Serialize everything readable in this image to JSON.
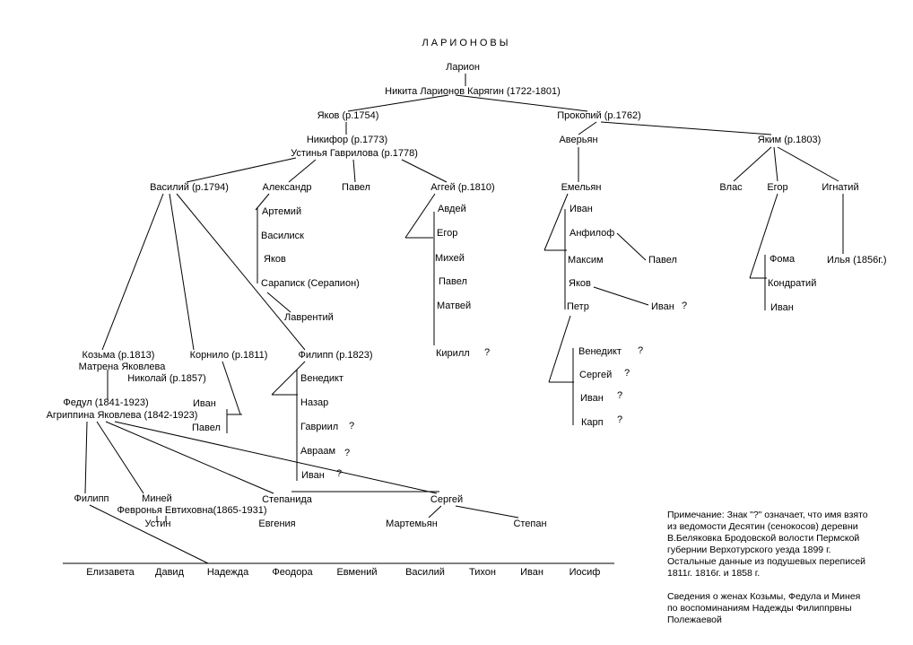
{
  "title": "ЛАРИОНОВЫ",
  "people": {
    "larion": "Ларион",
    "nikita": "Никита Ларионов Карягин (1722-1801)",
    "yakov1754": "Яков (р.1754)",
    "prokopiy": "Прокопий (р.1762)",
    "nikifor": "Никифор (р.1773)",
    "ustinya": "Устинья Гаврилова (р.1778)",
    "averyan": "Аверьян",
    "yakim": "Яким (р.1803)",
    "vasiliy1794": "Василий  (р.1794)",
    "aleksandr": "Александр",
    "pavel_a": "Павел",
    "aggey": "Аггей (р.1810)",
    "emelyan": "Емельян",
    "vlas": "Влас",
    "egor_y": "Егор",
    "ignatiy": "Игнатий",
    "artemiy": "Артемий",
    "vasilisk": "Василиск",
    "yakov_a": "Яков",
    "sarapisk": "Сараписк (Серапион)",
    "lavrentiy": "Лаврентий",
    "avdey": "Авдей",
    "egor_ag": "Егор",
    "mikhey": "Михей",
    "pavel_ag": "Павел",
    "matvey": "Матвей",
    "kirill": "Кирилл",
    "ivan_em": "Иван",
    "anfilof": "Анфилоф",
    "pavel_anf": "Павел",
    "maksim": "Максим",
    "yakov_em": "Яков",
    "ivan_yak": "Иван",
    "petr": "Петр",
    "benedikt_p": "Венедикт",
    "sergey_p": "Сергей",
    "ivan_p": "Иван",
    "karp": "Карп",
    "foma": "Фома",
    "kondratiy": "Кондратий",
    "ivan_eg": "Иван",
    "ilya": "Илья (1856г.)",
    "kozma": "Козьма (р.1813)",
    "matrena": "Матрена Яковлева",
    "kornilo": "Корнило (р.1811)",
    "nikolay": "Николай (р.1857)",
    "filipp1823": "Филипп (р.1823)",
    "benedikt_f": "Венедикт",
    "nazar": "Назар",
    "gavriil": "Гавриил",
    "avraam": "Авраам",
    "ivan_f": "Иван",
    "fedul": "Федул (1841-1923)",
    "agrippina": "Агриппина Яковлева (1842-1923)",
    "ivan_k": "Иван",
    "pavel_k": "Павел",
    "filipp": "Филипп",
    "miney": "Миней",
    "fevronya": "Февронья Евтиховна(1865-1931)",
    "ustin": "Устин",
    "stepanida": "Степанида",
    "evgeniya": "Евгения",
    "sergey": "Сергей",
    "martemyan": "Мартемьян",
    "stepan": "Степан",
    "elizaveta": "Елизавета",
    "david": "Давид",
    "nadezhda": "Надежда",
    "feodora": "Феодора",
    "evmeniy": "Евмений",
    "vasiliy": "Василий",
    "tikhon": "Тихон",
    "ivan_b": "Иван",
    "iosif": "Иосиф"
  },
  "uncertain_mark": "?",
  "note1": [
    "Примечание:  Знак \"?\" означает, что имя взято",
    "из ведомости Десятин (сенокосов) деревни",
    " В.Беляковка Бродовской волости Пермской",
    "губернии Верхотурского уезда 1899 г.",
    "Остальные данные из подушевых переписей",
    "1811г.  1816г. и 1858 г."
  ],
  "note2": [
    "Сведения о женах Козьмы, Федула и Минея",
    "по воспоминаниям Надежды Филиппрвны",
    "Полежаевой"
  ]
}
